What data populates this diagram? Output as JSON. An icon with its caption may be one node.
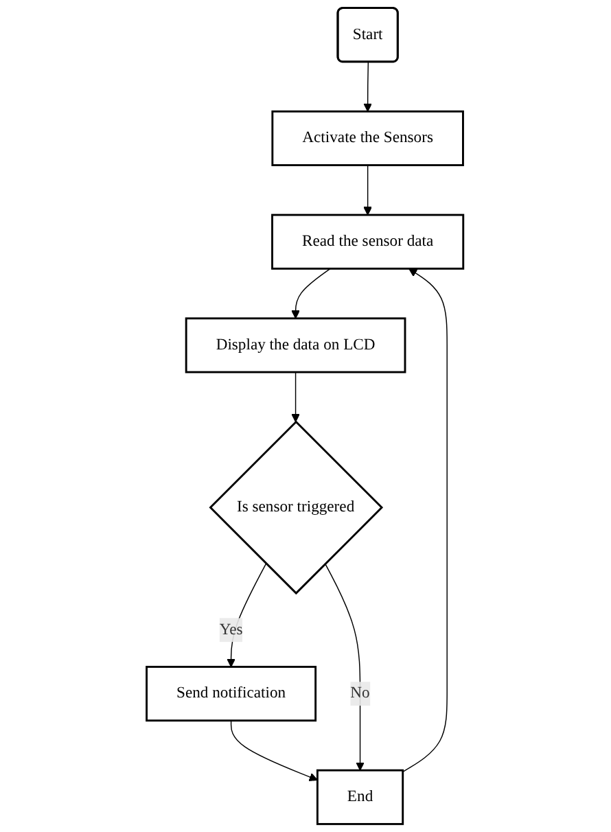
{
  "diagram": {
    "nodes": [
      {
        "text": [
          "Start"
        ]
      },
      {
        "text": [
          "Activate the Sensors"
        ]
      },
      {
        "text": [
          "Read the sensor data"
        ]
      },
      {
        "text": [
          "Display  the data on LCD"
        ]
      },
      {
        "text": [
          "Is sensor triggered"
        ]
      },
      {
        "text": [
          "Send notification"
        ]
      },
      {
        "text": [
          "End"
        ]
      }
    ],
    "edges": [
      {
        "from": 0,
        "to": 1,
        "arrow": "to"
      },
      {
        "from": 1,
        "to": 2,
        "arrow": "to"
      },
      {
        "from": 2,
        "to": 3,
        "arrow": "to"
      },
      {
        "from": 3,
        "to": 4,
        "arrow": "to"
      },
      {
        "from": 4,
        "to": 5,
        "arrow": "to",
        "label": "Yes"
      },
      {
        "from": 5,
        "to": 6,
        "arrow": "to"
      },
      {
        "from": 4,
        "to": 6,
        "arrow": "to",
        "label": "No"
      },
      {
        "from": 6,
        "to": 2,
        "arrow": "to"
      }
    ]
  }
}
